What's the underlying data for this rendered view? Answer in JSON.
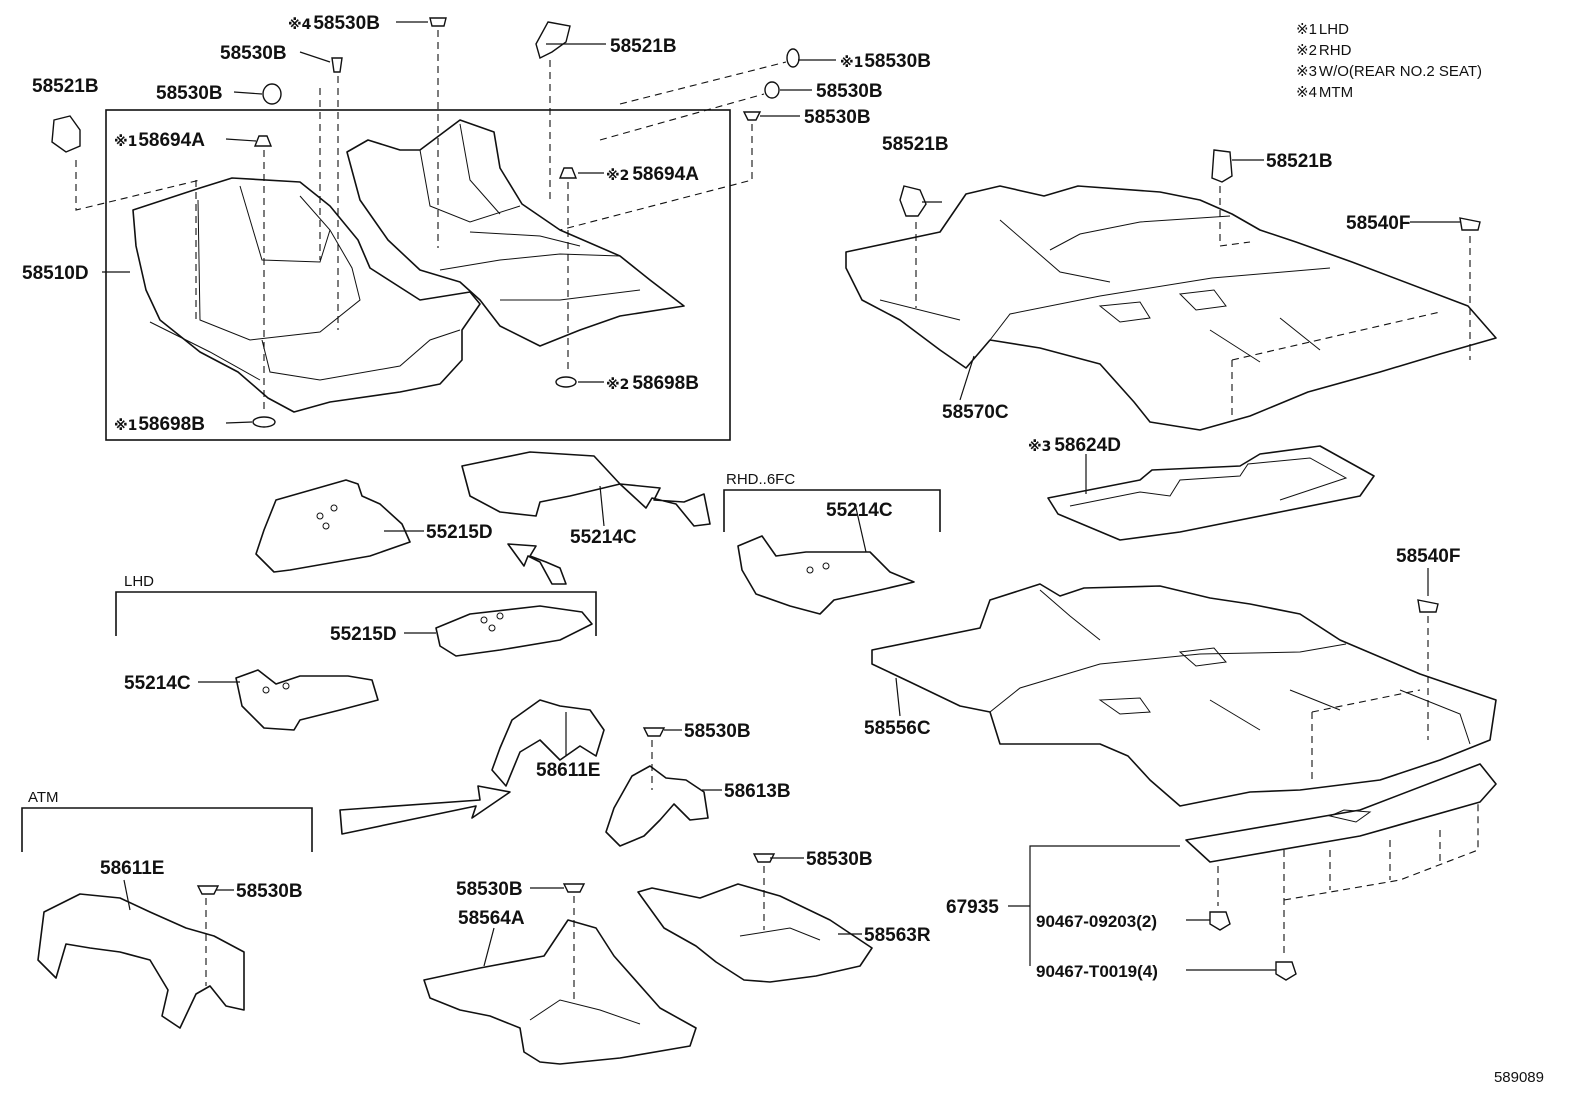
{
  "notes": [
    {
      "mark": "※1",
      "text": "LHD"
    },
    {
      "mark": "※2",
      "text": "RHD"
    },
    {
      "mark": "※3",
      "text": "W/O(REAR NO.2 SEAT)"
    },
    {
      "mark": "※4",
      "text": "MTM"
    }
  ],
  "groups": {
    "lhd": "LHD",
    "rhd": "RHD..6FC",
    "atm": "ATM"
  },
  "diagram_id": "589089",
  "callouts": {
    "c_58530B_mtm": {
      "mark": "※4",
      "label": "58530B"
    },
    "c_58521B_top": {
      "mark": "",
      "label": "58521B"
    },
    "c_58530B_lhd_r": {
      "mark": "※1",
      "label": "58530B"
    },
    "c_58530B_a": {
      "mark": "",
      "label": "58530B"
    },
    "c_58530B_b": {
      "mark": "",
      "label": "58530B"
    },
    "c_58530B_c": {
      "mark": "",
      "label": "58530B"
    },
    "c_58530B_d": {
      "mark": "",
      "label": "58530B"
    },
    "c_58521B_left": {
      "mark": "",
      "label": "58521B"
    },
    "c_58694A_lhd": {
      "mark": "※1",
      "label": "58694A"
    },
    "c_58694A_rhd": {
      "mark": "※2",
      "label": "58694A"
    },
    "c_58510D": {
      "mark": "",
      "label": "58510D"
    },
    "c_58698B_rhd": {
      "mark": "※2",
      "label": "58698B"
    },
    "c_58698B_lhd": {
      "mark": "※1",
      "label": "58698B"
    },
    "c_58521B_r1": {
      "mark": "",
      "label": "58521B"
    },
    "c_58521B_r2": {
      "mark": "",
      "label": "58521B"
    },
    "c_58540F_top": {
      "mark": "",
      "label": "58540F"
    },
    "c_58570C": {
      "mark": "",
      "label": "58570C"
    },
    "c_58624D": {
      "mark": "※3",
      "label": "58624D"
    },
    "c_55214C_mid": {
      "mark": "",
      "label": "55214C"
    },
    "c_55215D_top": {
      "mark": "",
      "label": "55215D"
    },
    "c_55214C_rhd": {
      "mark": "",
      "label": "55214C"
    },
    "c_55215D_lhd": {
      "mark": "",
      "label": "55215D"
    },
    "c_55214C_lhd": {
      "mark": "",
      "label": "55214C"
    },
    "c_58540F_bot": {
      "mark": "",
      "label": "58540F"
    },
    "c_58556C": {
      "mark": "",
      "label": "58556C"
    },
    "c_58530B_e": {
      "mark": "",
      "label": "58530B"
    },
    "c_58611E_mid": {
      "mark": "",
      "label": "58611E"
    },
    "c_58613B": {
      "mark": "",
      "label": "58613B"
    },
    "c_58611E_atm": {
      "mark": "",
      "label": "58611E"
    },
    "c_58530B_atm": {
      "mark": "",
      "label": "58530B"
    },
    "c_58530B_f": {
      "mark": "",
      "label": "58530B"
    },
    "c_58530B_g": {
      "mark": "",
      "label": "58530B"
    },
    "c_58564A": {
      "mark": "",
      "label": "58564A"
    },
    "c_58563R": {
      "mark": "",
      "label": "58563R"
    },
    "c_67935": {
      "mark": "",
      "label": "67935"
    },
    "c_90467_09203": {
      "mark": "",
      "label": "90467-09203(2)"
    },
    "c_90467_T0019": {
      "mark": "",
      "label": "90467-T0019(4)"
    }
  }
}
